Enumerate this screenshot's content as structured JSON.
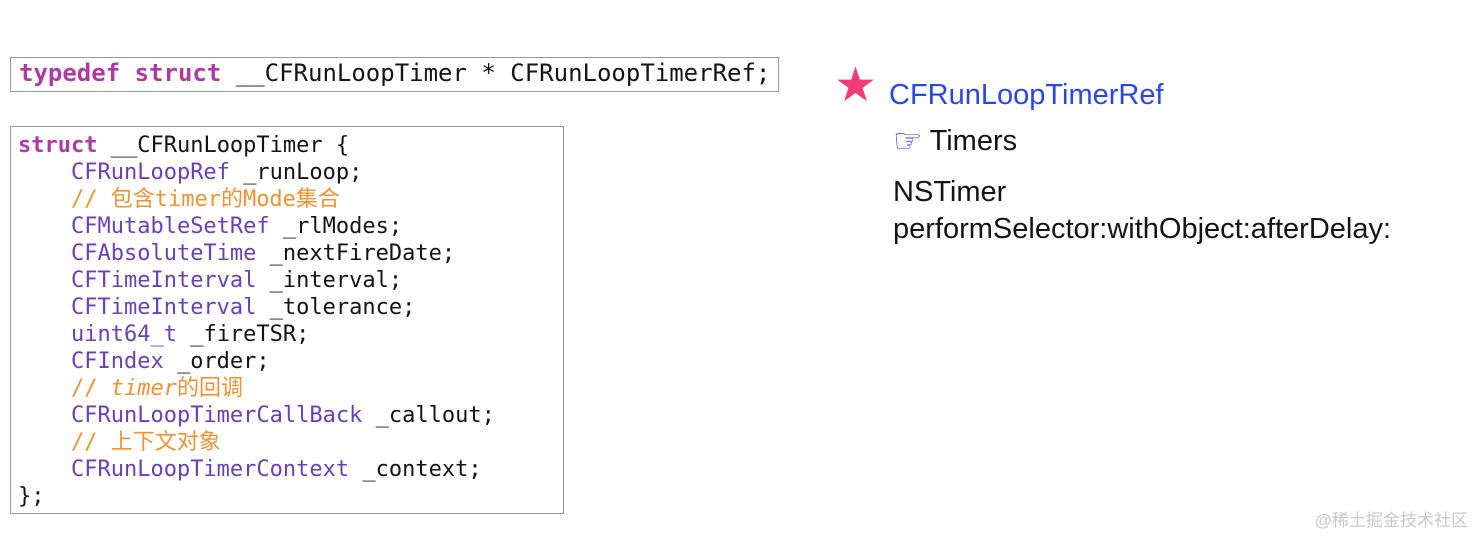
{
  "colors": {
    "keyword": "#AE3BA4",
    "type": "#6B40B5",
    "comment": "#EF9233",
    "code": "#141414",
    "title_blue": "#2947E5",
    "star_pink": "#F23C7A",
    "watermark": "#C9C9C9",
    "box_border": "#999999"
  },
  "typedef_box": {
    "lines": [
      [
        {
          "t": "typedef struct",
          "c": "keyword"
        },
        {
          "t": " __CFRunLoopTimer * CFRunLoopTimerRef;",
          "c": "plain"
        }
      ]
    ]
  },
  "struct_box": {
    "lines": [
      [
        {
          "t": "struct",
          "c": "keyword"
        },
        {
          "t": " __CFRunLoopTimer {",
          "c": "plain"
        }
      ],
      [
        {
          "t": "    ",
          "c": "plain"
        },
        {
          "t": "CFRunLoopRef",
          "c": "type"
        },
        {
          "t": " _runLoop;",
          "c": "plain"
        }
      ],
      [
        {
          "t": "    ",
          "c": "plain"
        },
        {
          "t": "// 包含timer的Mode集合",
          "c": "comment"
        }
      ],
      [
        {
          "t": "    ",
          "c": "plain"
        },
        {
          "t": "CFMutableSetRef",
          "c": "type"
        },
        {
          "t": " _rlModes;",
          "c": "plain"
        }
      ],
      [
        {
          "t": "    ",
          "c": "plain"
        },
        {
          "t": "CFAbsoluteTime",
          "c": "type"
        },
        {
          "t": " _nextFireDate;",
          "c": "plain"
        }
      ],
      [
        {
          "t": "    ",
          "c": "plain"
        },
        {
          "t": "CFTimeInterval",
          "c": "type"
        },
        {
          "t": " _interval;",
          "c": "plain"
        }
      ],
      [
        {
          "t": "    ",
          "c": "plain"
        },
        {
          "t": "CFTimeInterval",
          "c": "type"
        },
        {
          "t": " _tolerance;",
          "c": "plain"
        }
      ],
      [
        {
          "t": "    ",
          "c": "plain"
        },
        {
          "t": "uint64_t",
          "c": "type"
        },
        {
          "t": " _fireTSR;",
          "c": "plain"
        }
      ],
      [
        {
          "t": "    ",
          "c": "plain"
        },
        {
          "t": "CFIndex",
          "c": "type"
        },
        {
          "t": " _order;",
          "c": "plain"
        }
      ],
      [
        {
          "t": "    ",
          "c": "plain"
        },
        {
          "t": "// ",
          "c": "comment"
        },
        {
          "t": "timer",
          "c": "comment-italic"
        },
        {
          "t": "的回调",
          "c": "comment"
        }
      ],
      [
        {
          "t": "    ",
          "c": "plain"
        },
        {
          "t": "CFRunLoopTimerCallBack",
          "c": "type"
        },
        {
          "t": " _callout;",
          "c": "plain"
        }
      ],
      [
        {
          "t": "    ",
          "c": "plain"
        },
        {
          "t": "// 上下文对象",
          "c": "comment"
        }
      ],
      [
        {
          "t": "    ",
          "c": "plain"
        },
        {
          "t": "CFRunLoopTimerContext",
          "c": "type"
        },
        {
          "t": " _context;",
          "c": "plain"
        }
      ],
      [
        {
          "t": "};",
          "c": "plain"
        }
      ]
    ]
  },
  "annotation": {
    "star_icon": "★",
    "title": "CFRunLoopTimerRef",
    "hand_icon": "☞",
    "subtitle": "Timers",
    "note_line1": "NSTimer",
    "note_line2": "performSelector:withObject:afterDelay:"
  },
  "watermark_text": "@稀土掘金技术社区"
}
